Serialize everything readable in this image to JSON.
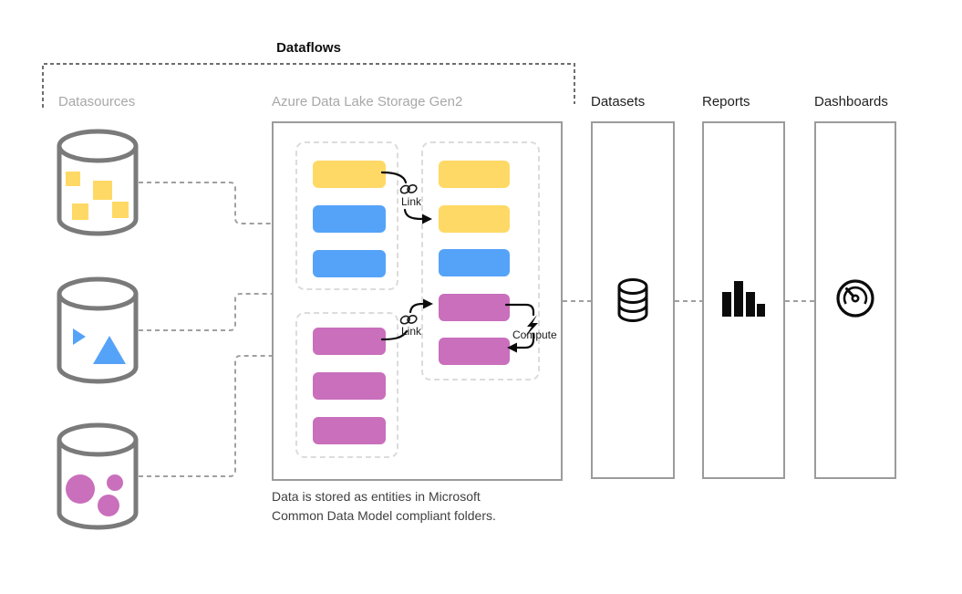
{
  "title": "Dataflows",
  "labels": {
    "datasources": "Datasources",
    "azure": "Azure Data Lake Storage Gen2",
    "datasets": "Datasets",
    "reports": "Reports",
    "dashboards": "Dashboards"
  },
  "azure": {
    "caption_line1": "Data is stored as entities in Microsoft",
    "caption_line2": "Common Data Model compliant folders.",
    "groups": {
      "staging_top": [
        "yellow",
        "blue",
        "blue"
      ],
      "staging_bottom": [
        "magenta",
        "magenta",
        "magenta"
      ],
      "model": [
        "yellow",
        "yellow",
        "blue",
        "magenta",
        "magenta"
      ]
    },
    "annotations": {
      "link_top": "Link",
      "link_bottom": "Link",
      "compute": "Compute"
    }
  },
  "datasources": [
    {
      "kind": "squares",
      "color": "yellow"
    },
    {
      "kind": "triangles",
      "color": "blue"
    },
    {
      "kind": "circles",
      "color": "magenta"
    }
  ],
  "icons": {
    "datasets": "database-icon",
    "reports": "bar-chart-icon",
    "dashboards": "gauge-icon",
    "link": "chain-link-icon",
    "compute": "lightning-bolt-icon"
  },
  "colors": {
    "yellow": "#FFD965",
    "blue": "#55A3F8",
    "magenta": "#C96FBC",
    "outline_gray": "#7A7A7A",
    "border_gray": "#9B9B9B",
    "dashed_light": "#DCDCDC",
    "connector_gray": "#A0A0A0",
    "bracket_gray": "#6E6E6E",
    "label_gray": "#A8A8A8",
    "text_dark": "#1F1F1F",
    "caption_gray": "#404040"
  }
}
